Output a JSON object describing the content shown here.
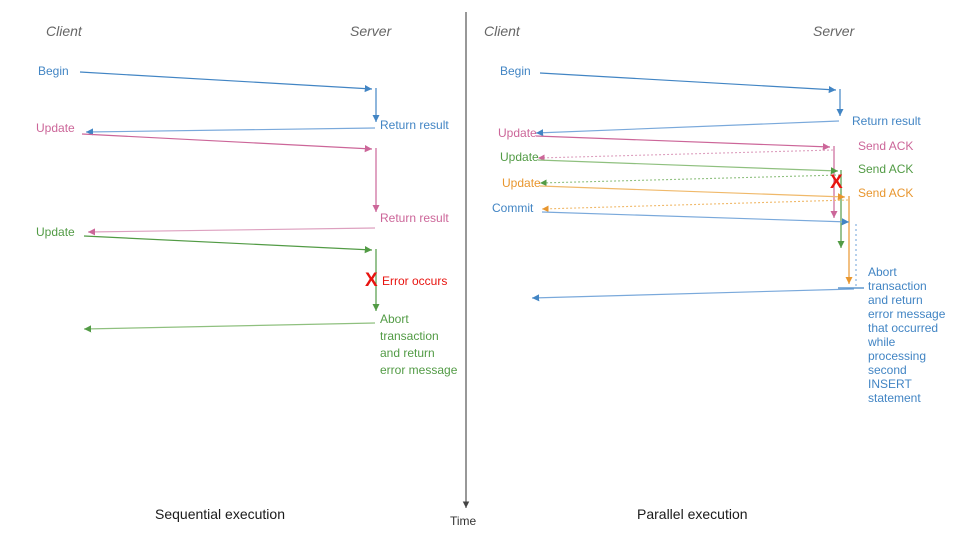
{
  "figure": {
    "title": "Sequential vs parallel transaction execution sequence diagram",
    "time_axis_label": "Time"
  },
  "colors": {
    "blue": "#4285c4",
    "blue_light": "#7aa9db",
    "pink": "#cc6699",
    "pink_light": "#ddA0bf",
    "green": "#529b45",
    "green_light": "#8fc07f",
    "orange": "#e8962e",
    "orange_light": "#f0b96a",
    "red": "#e8130f",
    "actor_gray": "#666666",
    "axis_gray": "#444444",
    "caption_black": "#1a1a1a"
  },
  "panels": [
    {
      "id": "sequential",
      "caption": "Sequential execution",
      "actors": {
        "client": "Client",
        "server": "Server"
      },
      "messages": [
        {
          "label": "Begin",
          "color": "blue",
          "side": "client"
        },
        {
          "label": "Return result",
          "color": "blue",
          "side": "server"
        },
        {
          "label": "Update",
          "color": "pink",
          "side": "client"
        },
        {
          "label": "Return result",
          "color": "pink",
          "side": "server"
        },
        {
          "label": "Update",
          "color": "green",
          "side": "client"
        },
        {
          "label": "Error occurs",
          "color": "red",
          "side": "server"
        },
        {
          "label": "Abort transaction and return error message",
          "color": "green",
          "side": "server"
        }
      ],
      "error_marker": "X"
    },
    {
      "id": "parallel",
      "caption": "Parallel execution",
      "actors": {
        "client": "Client",
        "server": "Server"
      },
      "messages": [
        {
          "label": "Begin",
          "color": "blue",
          "side": "client"
        },
        {
          "label": "Return result",
          "color": "blue",
          "side": "server"
        },
        {
          "label": "Update",
          "color": "pink",
          "side": "client"
        },
        {
          "label": "Send ACK",
          "color": "pink",
          "side": "server"
        },
        {
          "label": "Update",
          "color": "green",
          "side": "client"
        },
        {
          "label": "Send ACK",
          "color": "green",
          "side": "server"
        },
        {
          "label": "Update",
          "color": "orange",
          "side": "client"
        },
        {
          "label": "Send ACK",
          "color": "orange",
          "side": "server"
        },
        {
          "label": "Commit",
          "color": "blue",
          "side": "client"
        },
        {
          "label": "Abort transaction and return error message that occurred while processing second INSERT statement",
          "color": "blue",
          "side": "server"
        }
      ],
      "error_marker": "X"
    }
  ],
  "text": {
    "left_actor_client": "Client",
    "left_actor_server": "Server",
    "right_actor_client": "Client",
    "right_actor_server": "Server",
    "left_begin": "Begin",
    "left_return_result_1": "Return result",
    "left_update_1": "Update",
    "left_return_result_2": "Return result",
    "left_update_2": "Update",
    "left_error_occurs": "Error occurs",
    "left_error_x": "X",
    "left_abort_l1": "Abort",
    "left_abort_l2": "transaction",
    "left_abort_l3": "and return",
    "left_abort_l4": "error message",
    "left_caption": "Sequential execution",
    "right_begin": "Begin",
    "right_return_result": "Return result",
    "right_update_1": "Update",
    "right_send_ack_1": "Send ACK",
    "right_update_2": "Update",
    "right_send_ack_2": "Send ACK",
    "right_update_3": "Update",
    "right_send_ack_3": "Send ACK",
    "right_commit": "Commit",
    "right_error_x": "X",
    "right_abort_l1": "Abort",
    "right_abort_l2": "transaction",
    "right_abort_l3": "and return",
    "right_abort_l4": "error message",
    "right_abort_l5": "that occurred",
    "right_abort_l6": "while",
    "right_abort_l7": "processing",
    "right_abort_l8": "second",
    "right_abort_l9": "INSERT",
    "right_abort_l10": "statement",
    "right_caption": "Parallel execution",
    "time_label": "Time"
  }
}
